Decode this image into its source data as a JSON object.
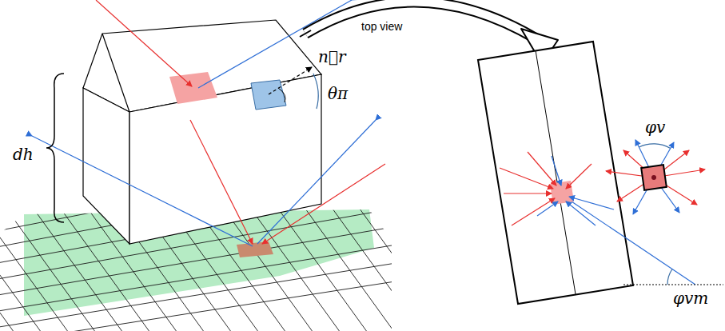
{
  "diagram": {
    "labels": [
      "top view",
      "dh",
      "n⃗r",
      "θπ",
      "φv",
      "φvm"
    ]
  }
}
